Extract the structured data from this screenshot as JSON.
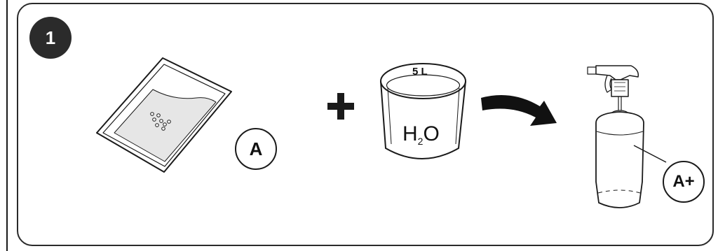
{
  "step": {
    "number": "1"
  },
  "items": {
    "packet_label": "A",
    "container_volume": "5 L",
    "water_main": "H",
    "water_sub": "2",
    "water_end": "O",
    "bottle_label": "A+"
  },
  "colors": {
    "ink": "#1a1a1a",
    "badge": "#2b2b2b",
    "powder": "#e6e6e6"
  }
}
